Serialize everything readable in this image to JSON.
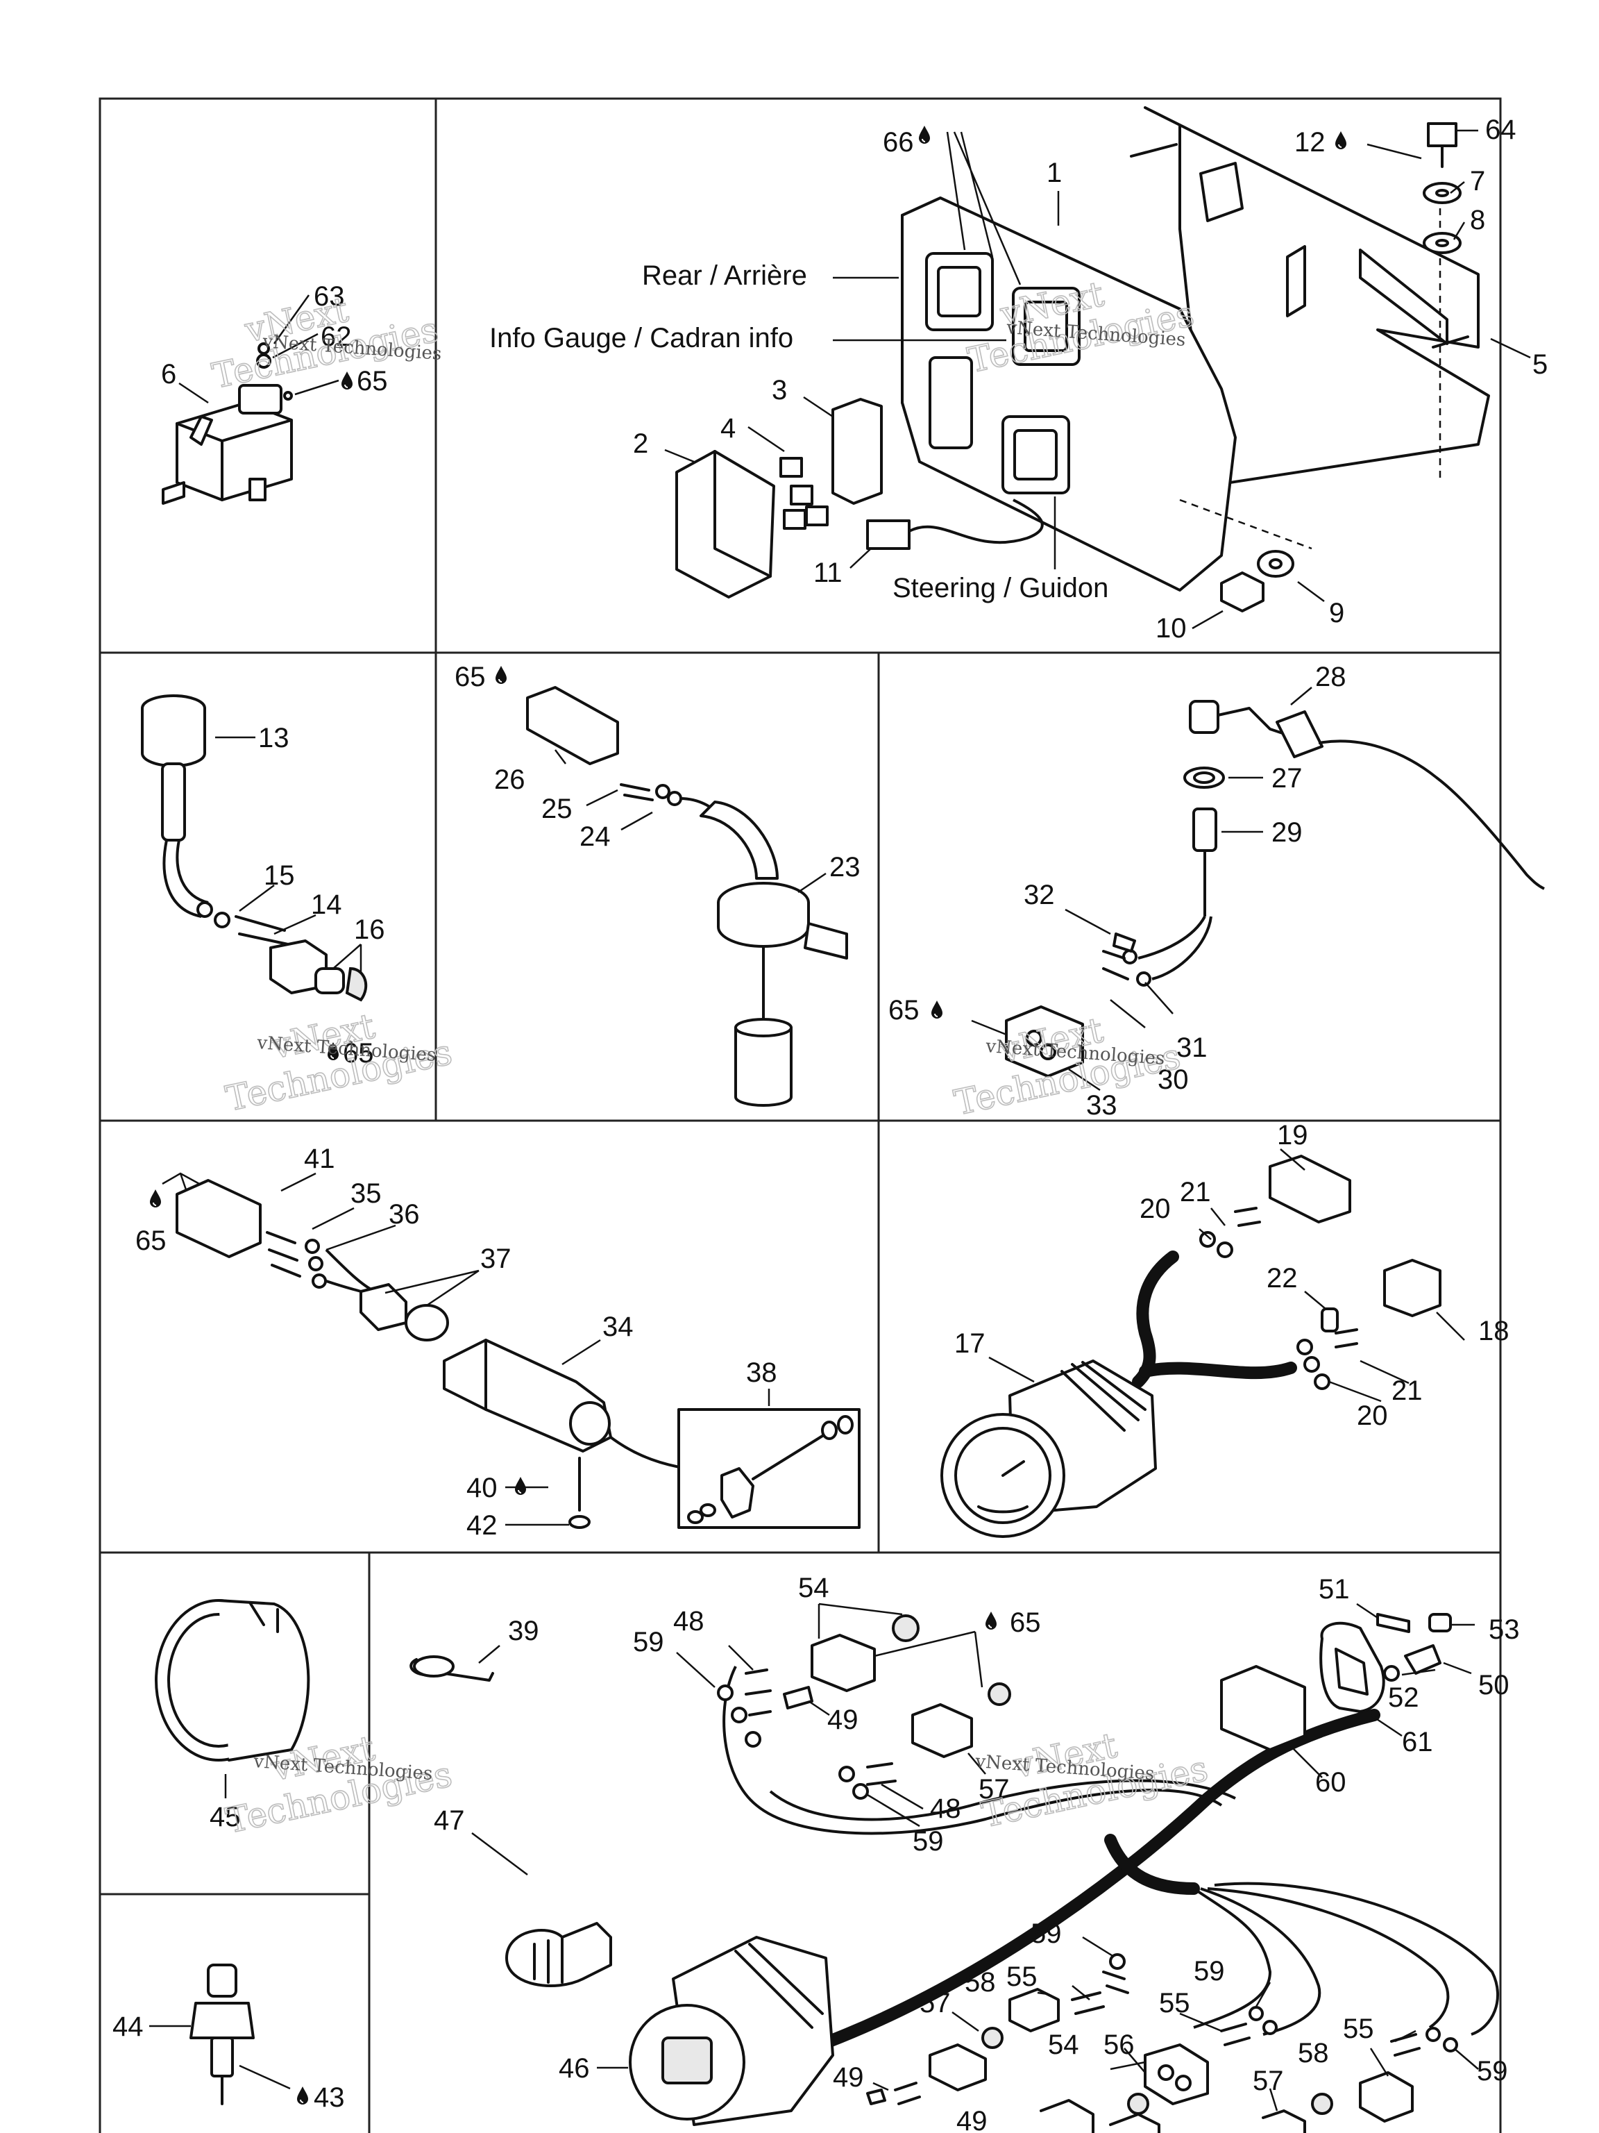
{
  "callout_labels": {
    "rear": "Rear / Arrière",
    "info_gauge": "Info Gauge / Cadran info",
    "steering": "Steering / Guidon"
  },
  "watermark": {
    "line1": "vNext",
    "line2": "Technologies",
    "small": "vNext Technologies"
  },
  "drop_icon_name": "oil-drop-icon",
  "part_numbers": {
    "p1": "1",
    "p2": "2",
    "p3": "3",
    "p4": "4",
    "p5": "5",
    "p6": "6",
    "p7": "7",
    "p8": "8",
    "p9": "9",
    "p10": "10",
    "p11": "11",
    "p12": "12",
    "p13": "13",
    "p14": "14",
    "p15": "15",
    "p16": "16",
    "p17": "17",
    "p18": "18",
    "p19": "19",
    "p20a": "20",
    "p20b": "20",
    "p21a": "21",
    "p21b": "21",
    "p22": "22",
    "p23": "23",
    "p24": "24",
    "p25": "25",
    "p26": "26",
    "p27": "27",
    "p28": "28",
    "p29": "29",
    "p30": "30",
    "p31": "31",
    "p32": "32",
    "p33": "33",
    "p34": "34",
    "p35": "35",
    "p36": "36",
    "p37": "37",
    "p38": "38",
    "p39": "39",
    "p40": "40",
    "p41": "41",
    "p42": "42",
    "p43": "43",
    "p44": "44",
    "p45": "45",
    "p46": "46",
    "p47": "47",
    "p48a": "48",
    "p48b": "48",
    "p49a": "49",
    "p49b": "49",
    "p49c": "49",
    "p50": "50",
    "p51": "51",
    "p52": "52",
    "p53": "53",
    "p54a": "54",
    "p54b": "54",
    "p55a": "55",
    "p55b": "55",
    "p55c": "55",
    "p56": "56",
    "p57a": "57",
    "p57b": "57",
    "p57c": "57",
    "p58a": "58",
    "p58b": "58",
    "p59a": "59",
    "p59b": "59",
    "p59c": "59",
    "p59d": "59",
    "p59e": "59",
    "p60": "60",
    "p61": "61",
    "p62": "62",
    "p63": "63",
    "p64": "64",
    "p65a": "65",
    "p65b": "65",
    "p65c": "65",
    "p65d": "65",
    "p65e": "65",
    "p65f": "65",
    "p66": "66"
  }
}
